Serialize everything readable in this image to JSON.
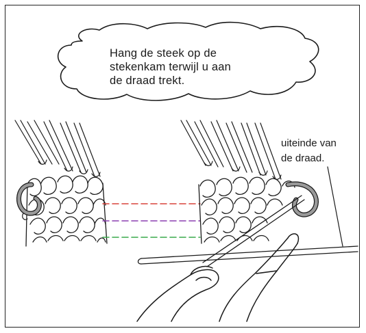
{
  "instruction": {
    "lines": [
      "Hang de steek op de",
      "stekenkam terwijl u aan",
      "de draad trekt."
    ]
  },
  "callout": {
    "lines": [
      "uiteinde van",
      "de draad."
    ]
  },
  "colors": {
    "outline": "#1a1a1a",
    "yarn_end": "#9a9a9a",
    "guide_red": "#d9423a",
    "guide_purple": "#8b3fb0",
    "guide_green": "#39a84a"
  }
}
